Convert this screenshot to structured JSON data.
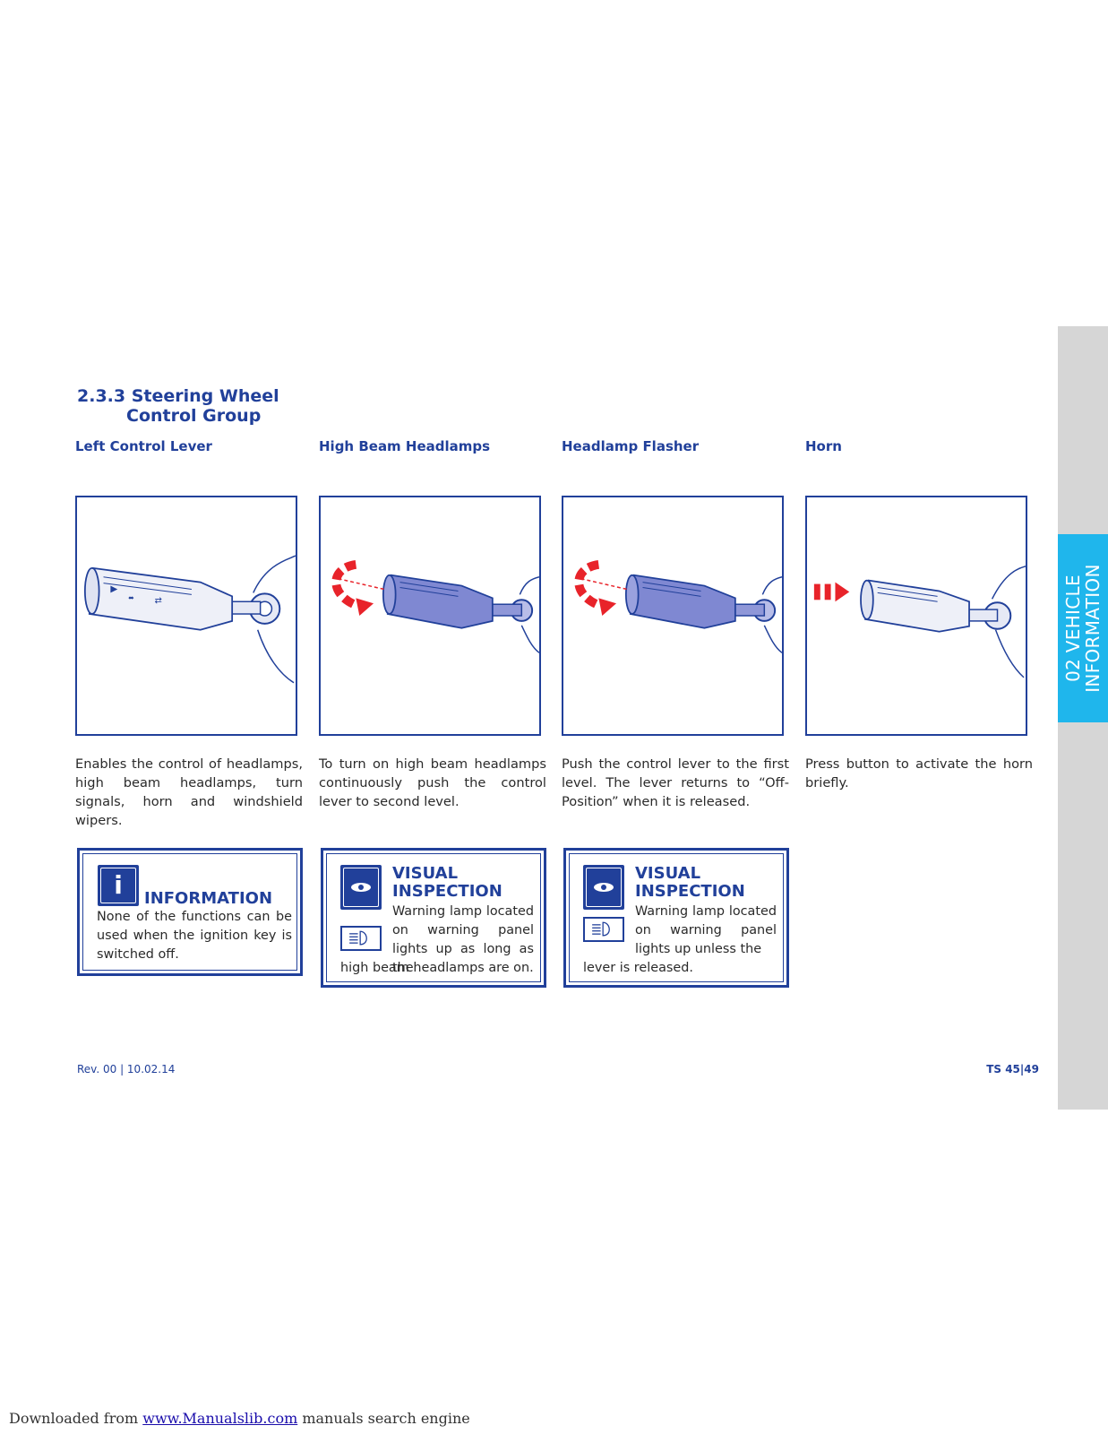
{
  "side_tab": {
    "line1": "02 VEHICLE",
    "line2": "INFORMATION"
  },
  "section": {
    "title_line1": "2.3.3 Steering Wheel",
    "title_line2": "Control Group"
  },
  "columns": [
    {
      "heading": "Left Control Lever",
      "text": "Enables the control of headlamps, high beam headlamps, turn signals, horn and windshield wipers."
    },
    {
      "heading": "High Beam Headlamps",
      "text": "To turn on high beam headlamps continuously push the control lever to second level."
    },
    {
      "heading": "Headlamp Flasher",
      "text": "Push the control lever to the first level. The lever returns to “Off-Position” when it is released."
    },
    {
      "heading": "Horn",
      "text": "Press button to activate the horn briefly."
    }
  ],
  "notes": [
    {
      "title": "INFORMATION",
      "text": "None of the functions can be used when the ignition key is switched off.",
      "icon": "info-icon"
    },
    {
      "title_line1": "VISUAL",
      "title_line2": "INSPECTION",
      "text_wrap": "Warning lamp located on warning panel lights up as long as the",
      "text_full": "high beam headlamps are on.",
      "icon": "eye-icon"
    },
    {
      "title_line1": "VISUAL",
      "title_line2": "INSPECTION",
      "text_wrap": "Warning lamp located on warning panel lights up unless the",
      "text_full": "lever is released.",
      "icon": "eye-icon"
    }
  ],
  "footer": {
    "revision": "Rev. 00 | 10.02.14",
    "page": "TS 45|49"
  },
  "download_bar": {
    "prefix": "Downloaded from ",
    "link": "www.Manualslib.com",
    "suffix": " manuals search engine"
  },
  "colors": {
    "primary": "#21409a",
    "tab": "#1fb6ec",
    "arrow": "#e8232a",
    "side": "#d6d6d6"
  }
}
